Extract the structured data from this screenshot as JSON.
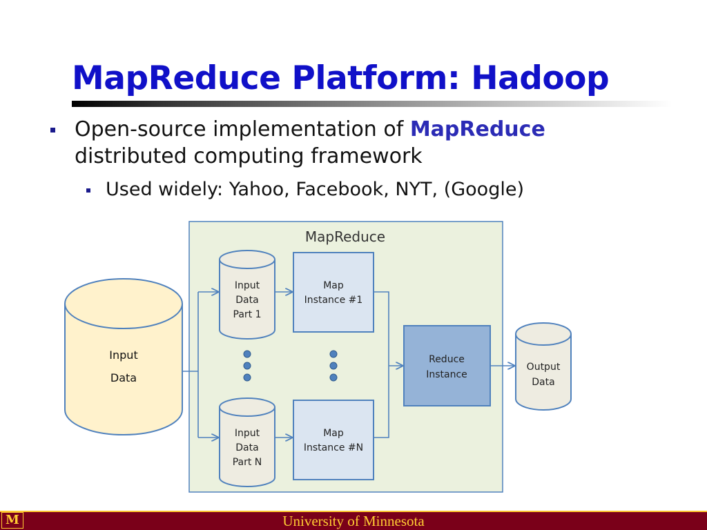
{
  "slide": {
    "title": "MapReduce Platform: Hadoop",
    "bullets": [
      {
        "line1_prefix": "Open-source implementation of ",
        "line1_emphasis": "MapReduce",
        "line2": "distributed computing framework"
      },
      {
        "text": "Used widely: Yahoo, Facebook, NYT, (Google)"
      }
    ]
  },
  "diagram": {
    "container_label": "MapReduce",
    "input": [
      "Input",
      "Data"
    ],
    "part1": [
      "Input",
      "Data",
      "Part 1"
    ],
    "partN": [
      "Input",
      "Data",
      "Part N"
    ],
    "map1": [
      "Map",
      "Instance #1"
    ],
    "mapN": [
      "Map",
      "Instance #N"
    ],
    "reduce": [
      "Reduce",
      "Instance"
    ],
    "output": [
      "Output",
      "Data"
    ]
  },
  "footer": {
    "logo": "M",
    "text": "University of Minnesota"
  },
  "colors": {
    "title": "#1010c8",
    "emphasis": "#2b2bb5",
    "footer_bg": "#7a0019",
    "footer_text": "#ffcc33",
    "container_fill": "#ebf1de",
    "map_fill": "#dbe5f1",
    "reduce_fill": "#95b3d7",
    "input_cylinder_fill": "#fff2cc",
    "cylinder_fill": "#eeece1",
    "stroke": "#4f81bd"
  }
}
